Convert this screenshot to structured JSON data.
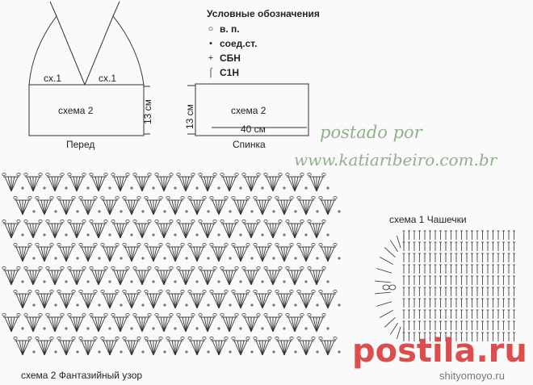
{
  "legend": {
    "title": "Условные обозначения",
    "items": [
      {
        "symbol": "○",
        "label": "в. п."
      },
      {
        "symbol": "•",
        "label": "соед.ст."
      },
      {
        "symbol": "+",
        "label": "СБН"
      },
      {
        "symbol": "⌠",
        "label": "С1Н"
      }
    ]
  },
  "front": {
    "cup_left": "сх.1",
    "cup_right": "сх.1",
    "body": "схема 2",
    "height": "13 см",
    "caption": "Перед"
  },
  "back": {
    "body": "схема 2",
    "width": "40 см",
    "height": "13 см",
    "caption": "Спинка"
  },
  "watermark": {
    "line1": "postado por",
    "line2": "www.katiaribeiro.com.br",
    "brand": "postila.ru",
    "site": "shityomoyo.ru"
  },
  "scheme1": {
    "title": "схема 1 Чашечки"
  },
  "scheme2": {
    "title": "схема 2 Фантазийный узор"
  }
}
